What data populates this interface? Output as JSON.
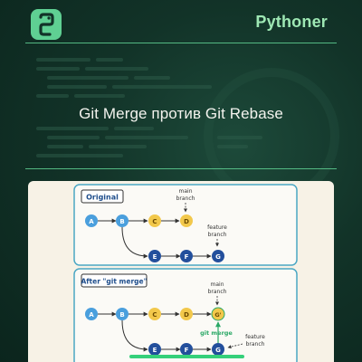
{
  "brand": "Pythoner",
  "title": "Git Merge против Git Rebase",
  "colors": {
    "background": "#123328",
    "accent": "#5fd093",
    "brand_text": "#9ee8b4",
    "panel": "#f7f2e6",
    "node_blue": "#4a9fdd",
    "node_yellow": "#f2c84b",
    "node_navy": "#234f9c",
    "merge_bar": "#35d07a"
  },
  "logo_icon": "python-snake-icon",
  "diagrams": {
    "original": {
      "label": "Original",
      "main_branch_label": [
        "main",
        "branch"
      ],
      "feature_branch_label": [
        "feature",
        "branch"
      ],
      "main_nodes": [
        "A",
        "B",
        "C",
        "D"
      ],
      "feature_nodes": [
        "E",
        "F",
        "G"
      ]
    },
    "merge": {
      "label": "After \"git merge\"",
      "main_branch_label": [
        "main",
        "branch"
      ],
      "feature_branch_label": [
        "feature",
        "branch"
      ],
      "main_nodes": [
        "A",
        "B",
        "C",
        "D",
        "G'"
      ],
      "feature_nodes": [
        "E",
        "F",
        "G"
      ],
      "merge_label": "git merge"
    }
  }
}
